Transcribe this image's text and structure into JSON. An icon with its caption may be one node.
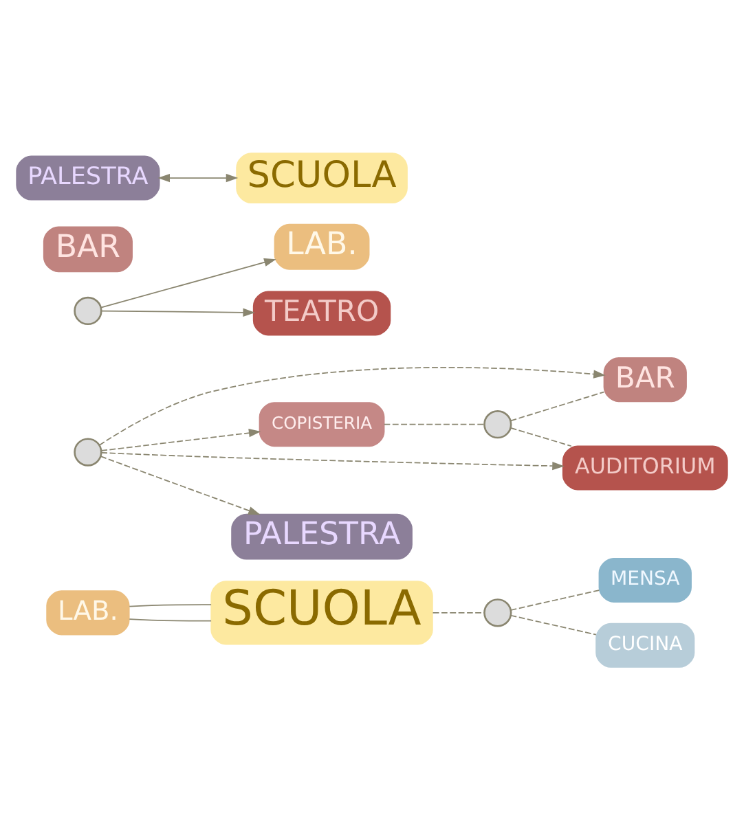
{
  "diagram": {
    "nodes": [
      {
        "text": [
          "LAB."
        ]
      },
      {
        "text": [
          "SCUOLA"
        ]
      },
      {
        "text": [
          "MENSA"
        ]
      },
      {
        "text": [
          "CUCINA"
        ]
      },
      {
        "text": [],
        "shape": "circle"
      },
      {
        "text": [
          "COPISTERIA"
        ]
      },
      {
        "text": [
          "BAR"
        ]
      },
      {
        "text": [
          "AUDITORIUM"
        ]
      },
      {
        "text": [],
        "shape": "circle"
      },
      {
        "text": [
          "PALESTRA"
        ]
      },
      {
        "text": [],
        "shape": "circle"
      },
      {
        "text": [
          "LAB."
        ]
      },
      {
        "text": [
          "BAR"
        ]
      },
      {
        "text": [
          "TEATRO"
        ]
      },
      {
        "text": [
          "PALESTRA"
        ]
      },
      {
        "text": [
          "SCUOLA"
        ]
      },
      {
        "text": [],
        "shape": "circle"
      }
    ],
    "edges": [
      {
        "from": 0,
        "to": 1,
        "arrow": "none"
      },
      {
        "from": 0,
        "to": 1,
        "arrow": "none"
      },
      {
        "from": 1,
        "to": 4,
        "arrow": "none",
        "style": "dashed"
      },
      {
        "from": 4,
        "to": 2,
        "arrow": "none",
        "style": "dashed"
      },
      {
        "from": 4,
        "to": 3,
        "arrow": "none",
        "style": "dashed"
      },
      {
        "from": 10,
        "to": 5,
        "arrow": "to",
        "style": "dashed"
      },
      {
        "from": 10,
        "to": 6,
        "arrow": "to",
        "style": "dashed"
      },
      {
        "from": 10,
        "to": 7,
        "arrow": "to",
        "style": "dashed"
      },
      {
        "from": 10,
        "to": 9,
        "arrow": "to",
        "style": "dashed"
      },
      {
        "from": 5,
        "to": 8,
        "arrow": "none",
        "style": "dashed"
      },
      {
        "from": 8,
        "to": 6,
        "arrow": "none",
        "style": "dashed"
      },
      {
        "from": 8,
        "to": 7,
        "arrow": "none",
        "style": "dashed"
      },
      {
        "from": 14,
        "to": 15,
        "arrow": "both"
      },
      {
        "from": 16,
        "to": 11,
        "arrow": "to"
      },
      {
        "from": 16,
        "to": 13,
        "arrow": "to"
      }
    ]
  }
}
